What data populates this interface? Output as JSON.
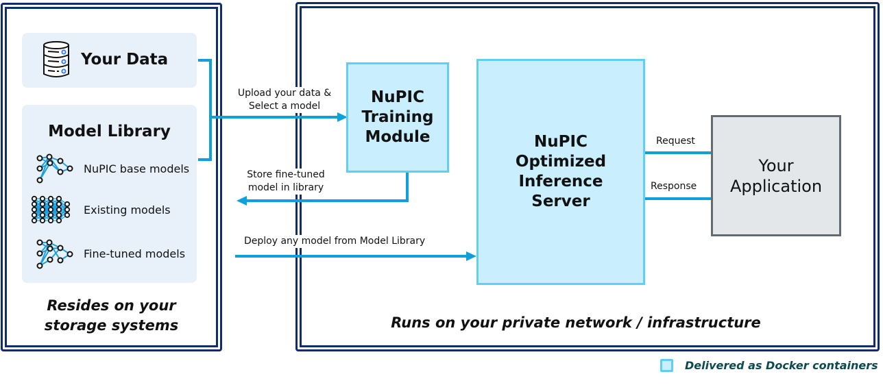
{
  "left_panel": {
    "your_data": {
      "title": "Your Data",
      "icon": "database-icon"
    },
    "model_library": {
      "title": "Model Library",
      "items": [
        {
          "label": "NuPIC base models",
          "icon": "neural-network-icon"
        },
        {
          "label": "Existing models",
          "icon": "dense-network-icon"
        },
        {
          "label": "Fine-tuned models",
          "icon": "neural-network-icon"
        }
      ]
    },
    "caption_line1": "Resides on your",
    "caption_line2": "storage systems"
  },
  "right_panel": {
    "training_module": {
      "line1": "NuPIC",
      "line2": "Training",
      "line3": "Module"
    },
    "inference_server": {
      "line1": "NuPIC",
      "line2": "Optimized",
      "line3": "Inference",
      "line4": "Server"
    },
    "your_application": {
      "line1": "Your",
      "line2": "Application"
    },
    "caption": "Runs on your private network / infrastructure"
  },
  "arrows": {
    "upload_line1": "Upload your data &",
    "upload_line2": "Select a model",
    "store_line1": "Store fine-tuned",
    "store_line2": "model in library",
    "deploy": "Deploy any model from Model Library",
    "request": "Request",
    "response": "Response"
  },
  "legend": {
    "label": "Delivered as Docker containers"
  },
  "colors": {
    "frame": "#0f2c6b",
    "arrow": "#0ea0dc",
    "container_fill": "#c9eefd",
    "container_border": "#5fcff8",
    "app_fill": "#e4e7ea",
    "app_border": "#626a72",
    "legend_text": "#0d4a4f",
    "panel_fill": "#e8f0fa"
  }
}
